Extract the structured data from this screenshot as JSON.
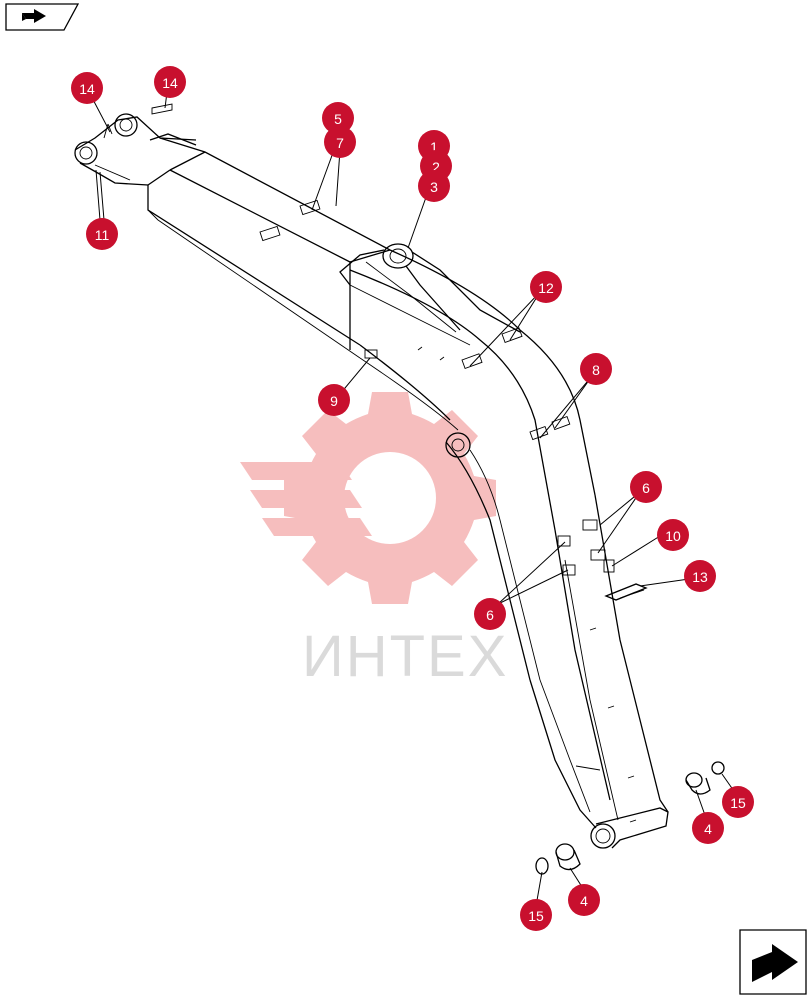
{
  "watermark": {
    "text": "ИНТЕХ",
    "color": "#f2b8b8"
  },
  "callout_color": "#c8102e",
  "nav": {
    "prev_icon": "arrow-back-icon",
    "next_icon": "arrow-forward-icon"
  },
  "callouts": [
    {
      "id": "c14a",
      "label": "14"
    },
    {
      "id": "c14b",
      "label": "14"
    },
    {
      "id": "c5",
      "label": "5"
    },
    {
      "id": "c7",
      "label": "7"
    },
    {
      "id": "c1",
      "label": "1"
    },
    {
      "id": "c2",
      "label": "2"
    },
    {
      "id": "c3",
      "label": "3"
    },
    {
      "id": "c11",
      "label": "11"
    },
    {
      "id": "c12",
      "label": "12"
    },
    {
      "id": "c8",
      "label": "8"
    },
    {
      "id": "c9",
      "label": "9"
    },
    {
      "id": "c6a",
      "label": "6"
    },
    {
      "id": "c10",
      "label": "10"
    },
    {
      "id": "c13",
      "label": "13"
    },
    {
      "id": "c6b",
      "label": "6"
    },
    {
      "id": "c4a",
      "label": "4"
    },
    {
      "id": "c15a",
      "label": "15"
    },
    {
      "id": "c4b",
      "label": "4"
    },
    {
      "id": "c15b",
      "label": "15"
    }
  ]
}
